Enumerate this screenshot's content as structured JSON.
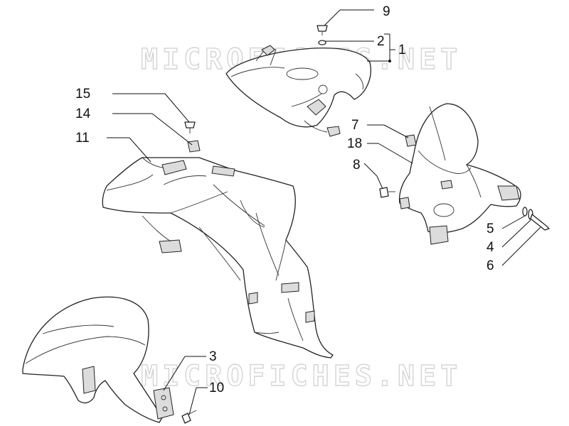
{
  "watermarks": [
    "MICROFICHES.NET",
    "MICROFICHES.NET"
  ],
  "callouts": {
    "c1": "1",
    "c2": "2",
    "c3": "3",
    "c4": "4",
    "c5": "5",
    "c6": "6",
    "c7": "7",
    "c8": "8",
    "c9": "9",
    "c10": "10",
    "c11": "11",
    "c14": "14",
    "c15": "15",
    "c18": "18"
  },
  "parts": {
    "upper_shield": "rear-upper-shield",
    "inner_shield": "front-inner-shield",
    "headlight_cover": "handlebar-cover",
    "front_mudguard": "front-mudguard"
  }
}
